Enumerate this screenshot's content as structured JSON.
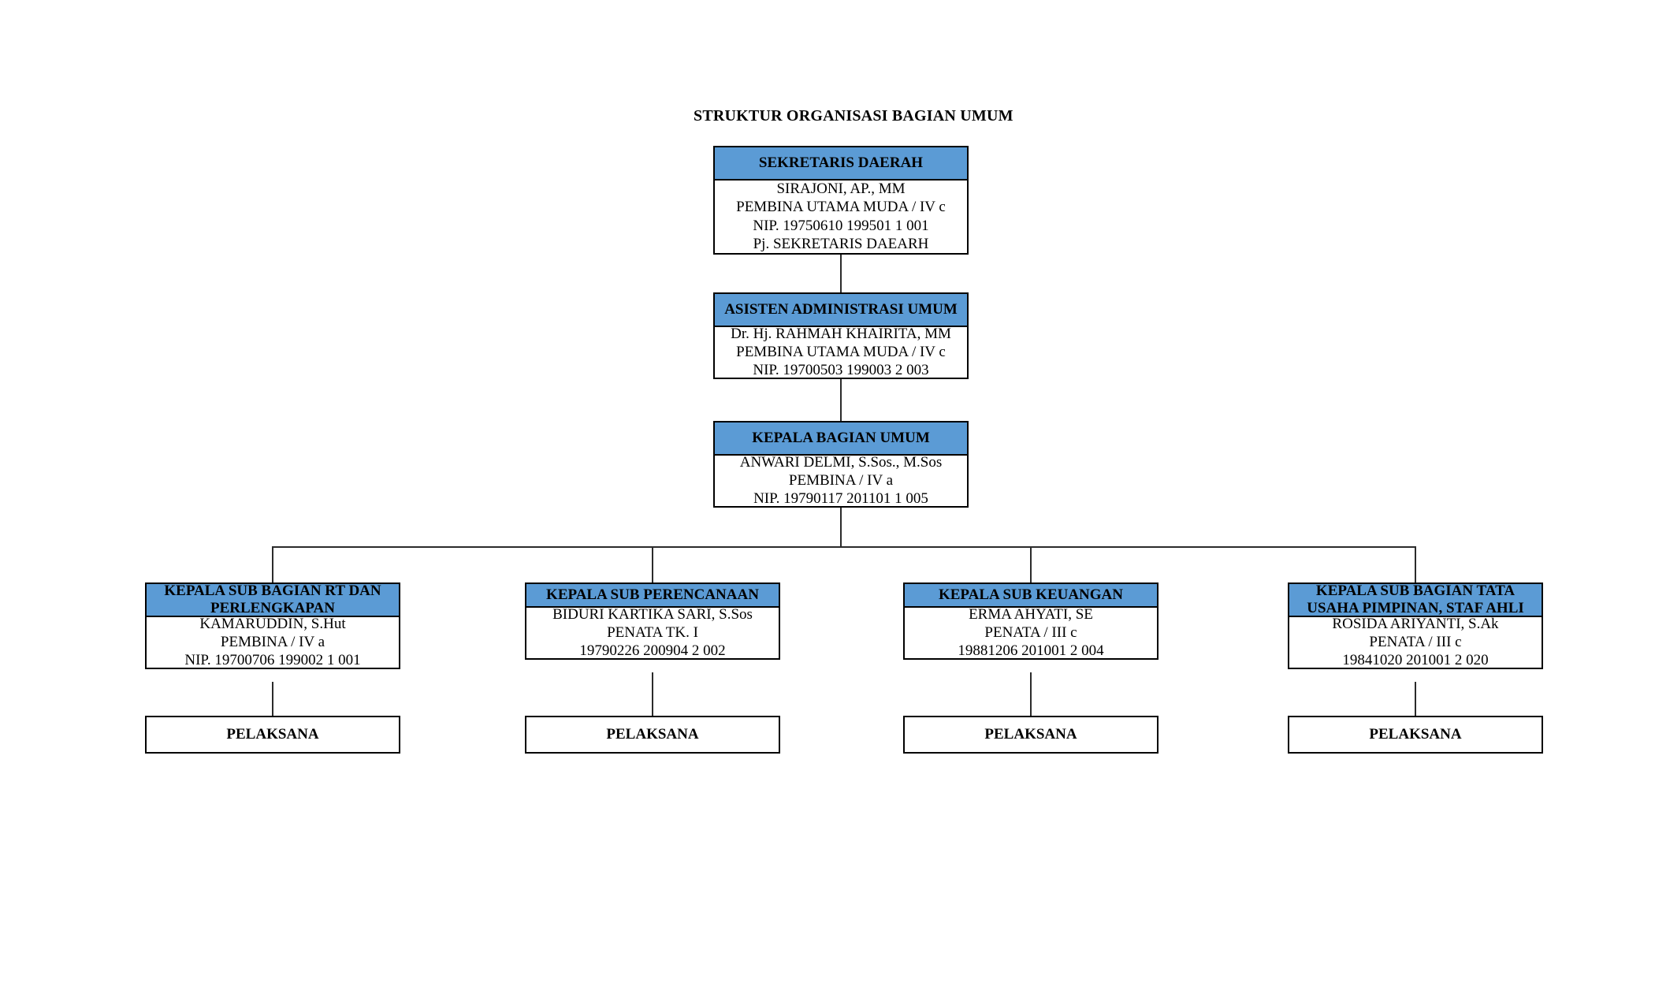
{
  "title": "STRUKTUR ORGANISASI BAGIAN UMUM",
  "colors": {
    "header_blue": "#5B9BD5",
    "border_black": "#000000",
    "body_white": "#FFFFFF",
    "connector": "#2B2B2B"
  },
  "nodes": {
    "sekda": {
      "header": "SEKRETARIS DAERAH",
      "lines": [
        "SIRAJONI, AP., MM",
        "PEMBINA UTAMA MUDA / IV c",
        "NIP. 19750610 199501 1 001",
        "Pj. SEKRETARIS DAEARH"
      ]
    },
    "asisten": {
      "header": "ASISTEN ADMINISTRASI UMUM",
      "lines": [
        "Dr. Hj. RAHMAH KHAIRITA, MM",
        "PEMBINA UTAMA MUDA / IV c",
        "NIP. 19700503 199003 2 003"
      ]
    },
    "kabag": {
      "header": "KEPALA BAGIAN UMUM",
      "lines": [
        "ANWARI DELMI, S.Sos., M.Sos",
        "PEMBINA / IV a",
        "NIP. 19790117 201101 1 005"
      ]
    }
  },
  "subs": [
    {
      "header": "KEPALA SUB BAGIAN RT DAN PERLENGKAPAN",
      "header_lines": 2,
      "lines": [
        "KAMARUDDIN, S.Hut",
        "PEMBINA / IV a",
        "NIP. 19700706 199002 1 001"
      ],
      "child": "PELAKSANA"
    },
    {
      "header": "KEPALA SUB PERENCANAAN",
      "header_lines": 1,
      "lines": [
        "BIDURI KARTIKA SARI, S.Sos",
        "PENATA TK. I",
        "19790226 200904 2 002"
      ],
      "child": "PELAKSANA"
    },
    {
      "header": "KEPALA SUB KEUANGAN",
      "header_lines": 1,
      "lines": [
        "ERMA AHYATI, SE",
        "PENATA / III c",
        "19881206 201001 2 004"
      ],
      "child": "PELAKSANA"
    },
    {
      "header": "KEPALA SUB BAGIAN TATA USAHA PIMPINAN, STAF AHLI",
      "header_lines": 2,
      "lines": [
        "ROSIDA ARIYANTI, S.Ak",
        "PENATA / III c",
        "19841020 201001 2 020"
      ],
      "child": "PELAKSANA"
    }
  ]
}
